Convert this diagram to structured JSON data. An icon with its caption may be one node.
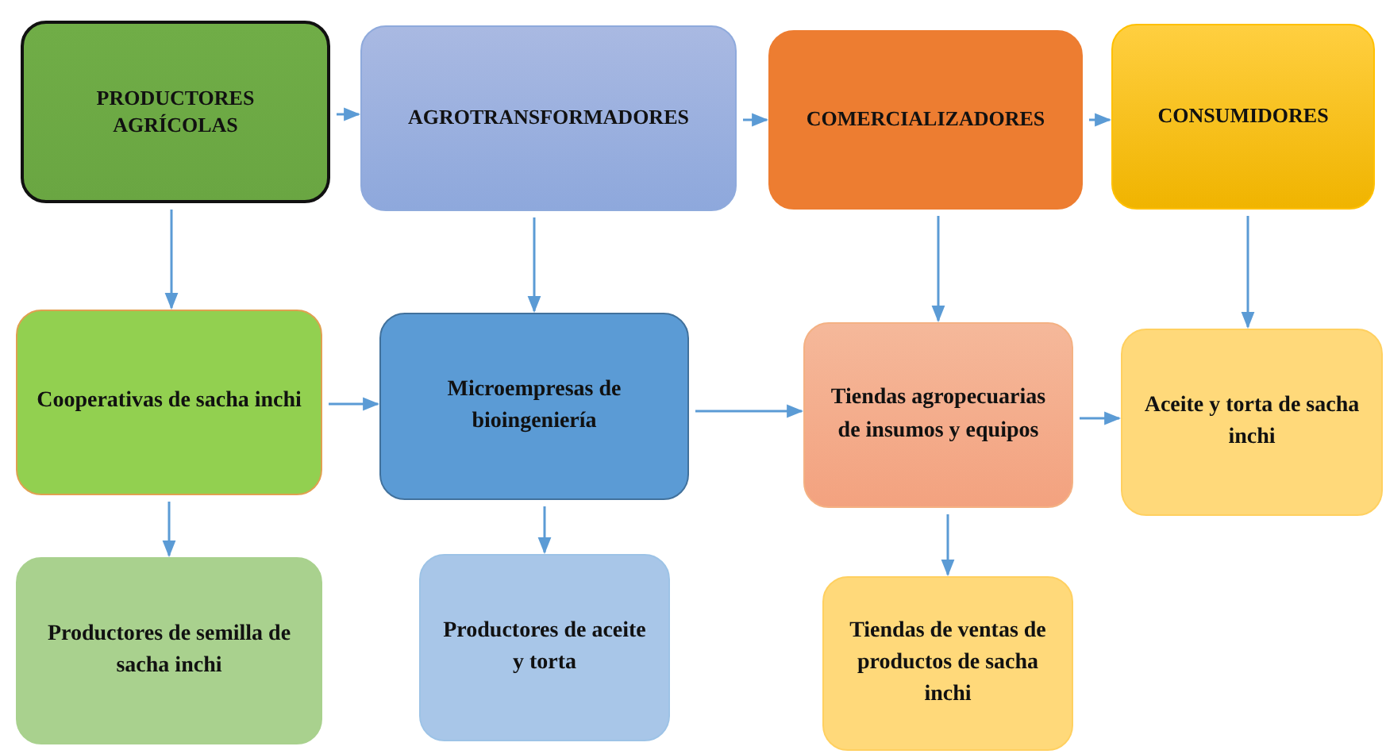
{
  "diagram": {
    "nodes": [
      {
        "text": [
          "PRODUCTORES AGRÍCOLAS"
        ]
      },
      {
        "text": [
          "AGROTRANSFORMADORES"
        ]
      },
      {
        "text": [
          "COMERCIALIZADORES"
        ]
      },
      {
        "text": [
          "CONSUMIDORES"
        ]
      },
      {
        "text": [
          "Cooperativas de sacha inchi"
        ]
      },
      {
        "text": [
          "Microempresas de bioingeniería"
        ]
      },
      {
        "text": [
          "Tiendas agropecuarias de insumos y equipos"
        ]
      },
      {
        "text": [
          "Aceite y torta de sacha inchi"
        ]
      },
      {
        "text": [
          "Productores de semilla de sacha inchi"
        ]
      },
      {
        "text": [
          "Productores de aceite y torta"
        ]
      },
      {
        "text": [
          "Tiendas de ventas de productos de sacha inchi"
        ]
      }
    ],
    "edges": [
      {
        "from": 0,
        "to": 1,
        "arrow": "to"
      },
      {
        "from": 1,
        "to": 2,
        "arrow": "to"
      },
      {
        "from": 2,
        "to": 3,
        "arrow": "to"
      },
      {
        "from": 0,
        "to": 4,
        "arrow": "to"
      },
      {
        "from": 1,
        "to": 5,
        "arrow": "to"
      },
      {
        "from": 2,
        "to": 6,
        "arrow": "to"
      },
      {
        "from": 3,
        "to": 7,
        "arrow": "to"
      },
      {
        "from": 4,
        "to": 5,
        "arrow": "to"
      },
      {
        "from": 5,
        "to": 6,
        "arrow": "to"
      },
      {
        "from": 6,
        "to": 7,
        "arrow": "to"
      },
      {
        "from": 4,
        "to": 8,
        "arrow": "to"
      },
      {
        "from": 5,
        "to": 9,
        "arrow": "to"
      },
      {
        "from": 6,
        "to": 10,
        "arrow": "to"
      }
    ]
  }
}
